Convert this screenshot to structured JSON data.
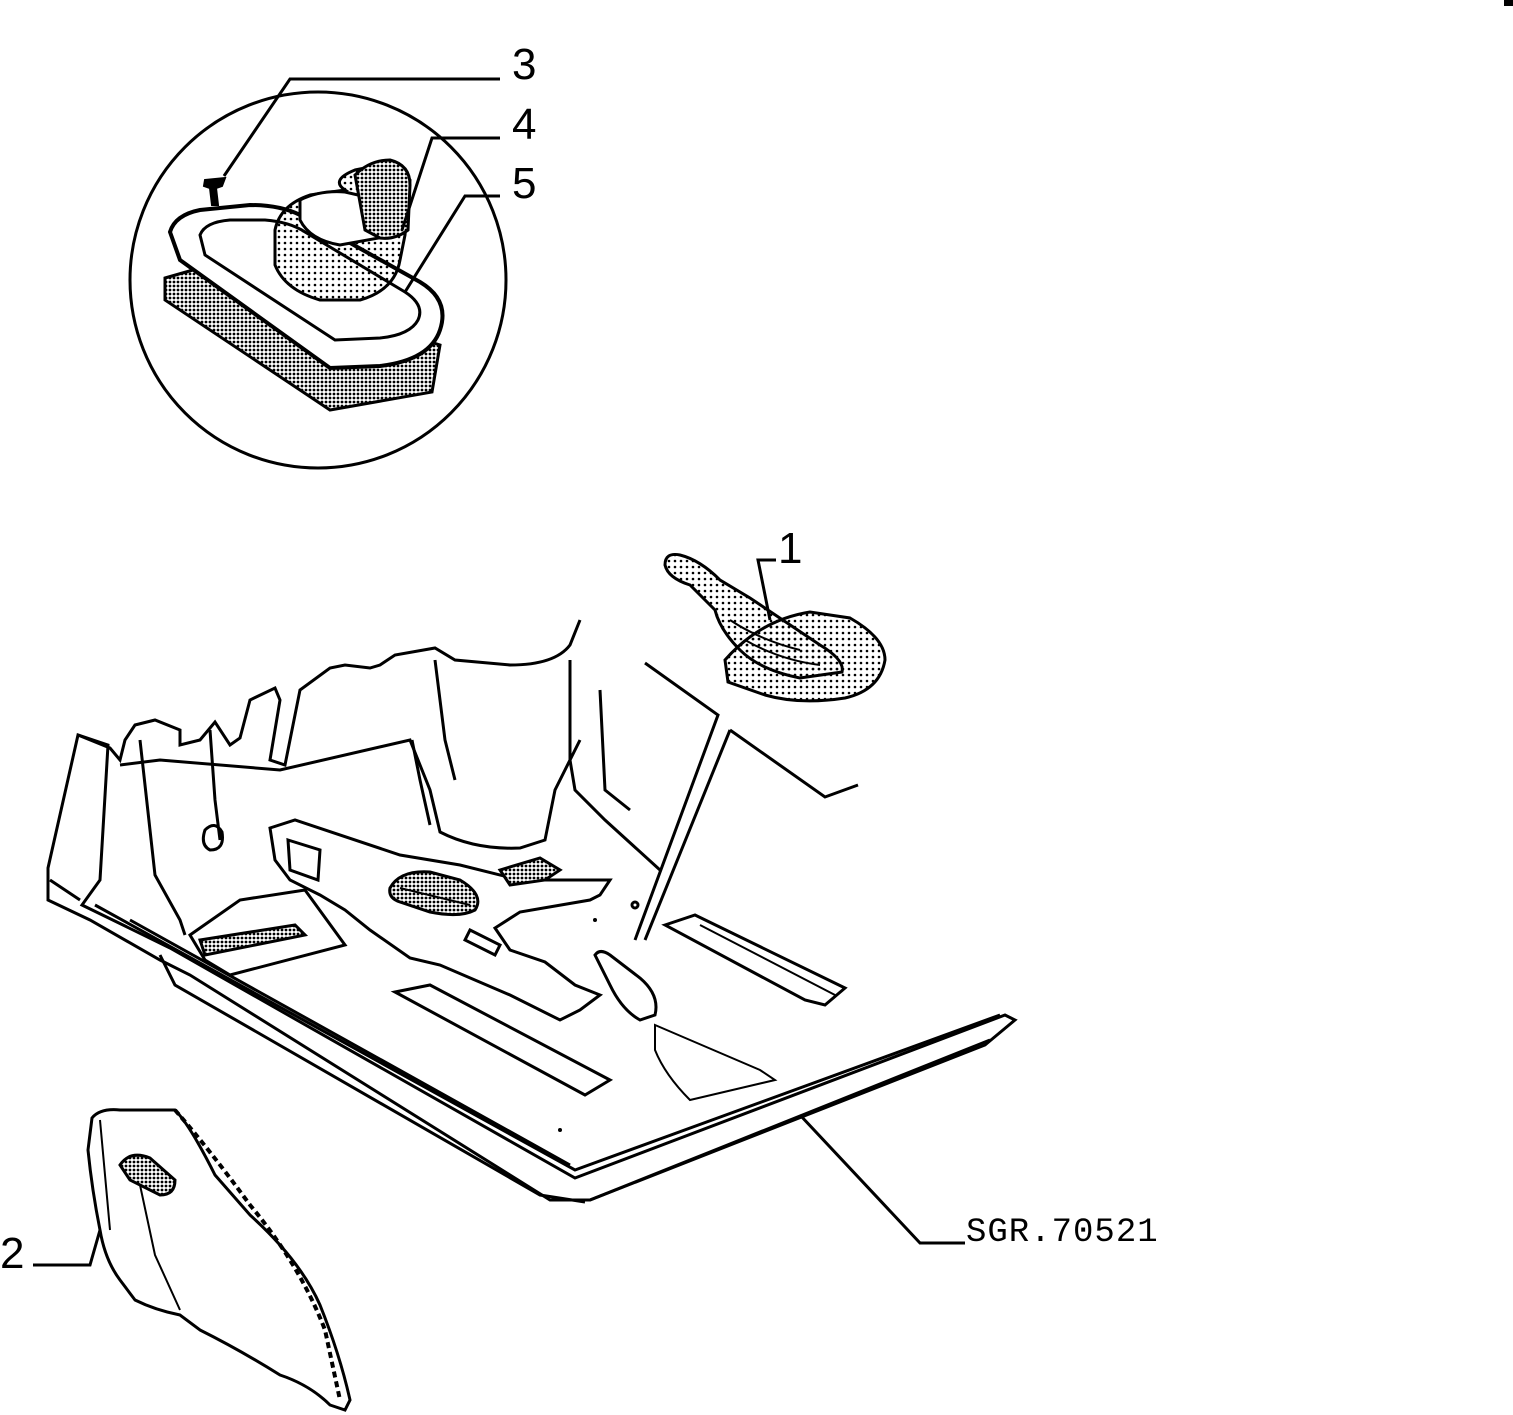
{
  "diagram": {
    "callouts": [
      {
        "id": "callout-1",
        "text": "1"
      },
      {
        "id": "callout-2",
        "text": "2"
      },
      {
        "id": "callout-3",
        "text": "3"
      },
      {
        "id": "callout-4",
        "text": "4"
      },
      {
        "id": "callout-5",
        "text": "5"
      }
    ],
    "reference_code": "SGR.70521"
  }
}
